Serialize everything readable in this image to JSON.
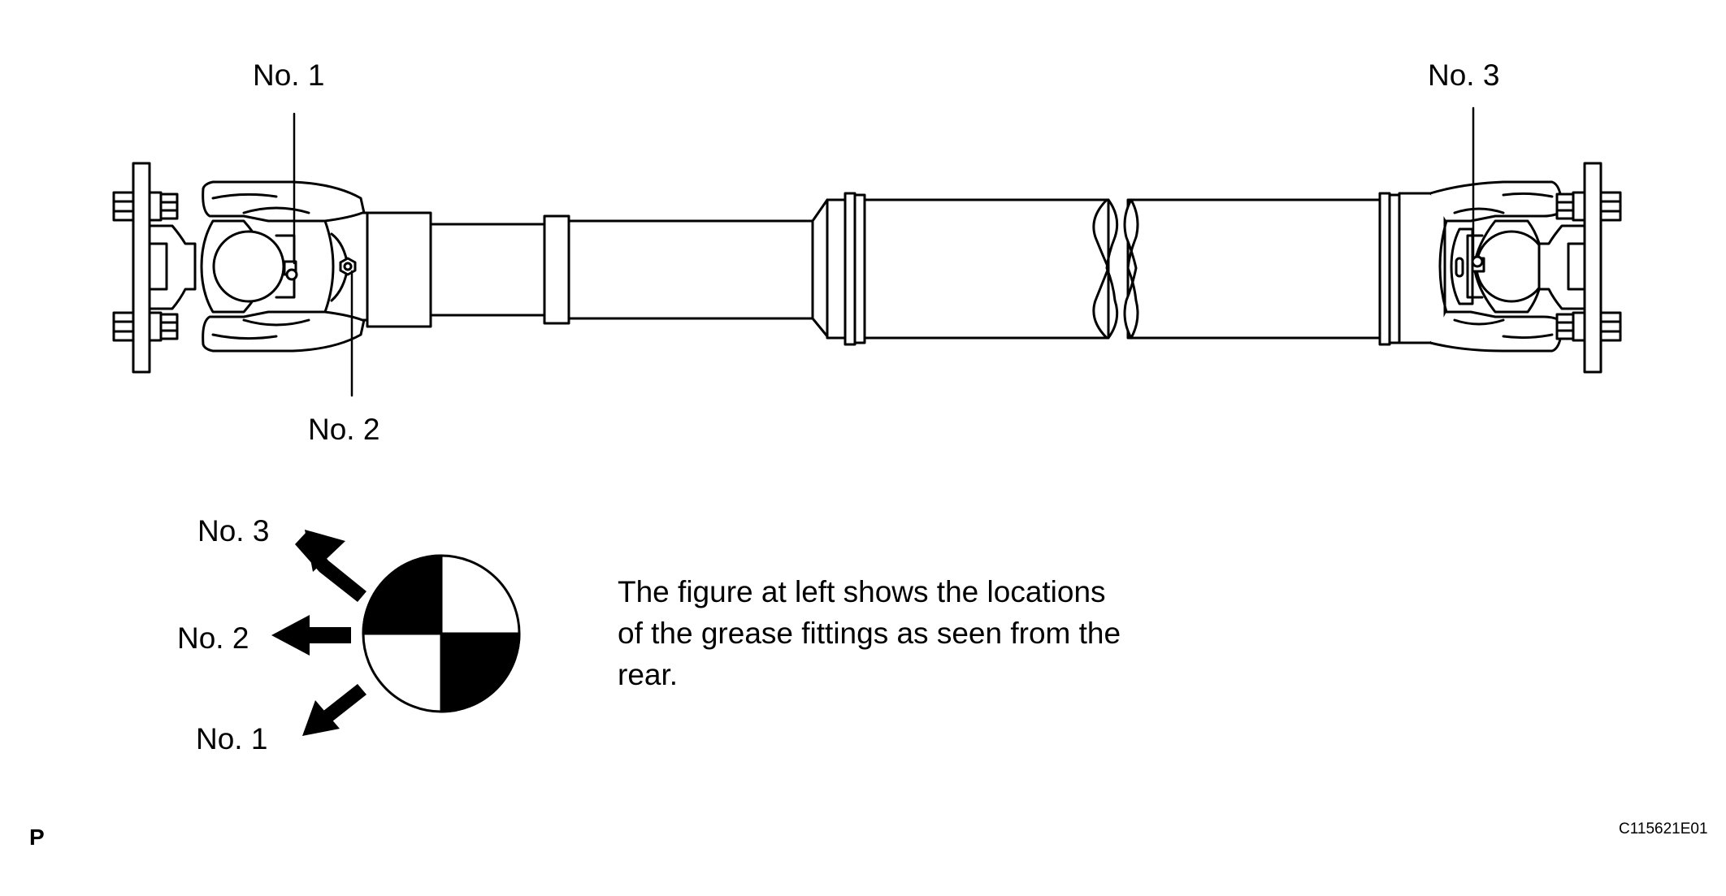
{
  "callouts": {
    "top_left": "No. 1",
    "bottom_left": "No. 2",
    "top_right": "No. 3"
  },
  "legend": {
    "no3": "No. 3",
    "no2": "No. 2",
    "no1": "No. 1"
  },
  "description": "The figure at left shows the locations\nof the grease fittings as seen from the\nrear.",
  "page_mark": "P",
  "figure_code": "C115621E01",
  "colors": {
    "ink": "#000000",
    "paper": "#ffffff"
  }
}
